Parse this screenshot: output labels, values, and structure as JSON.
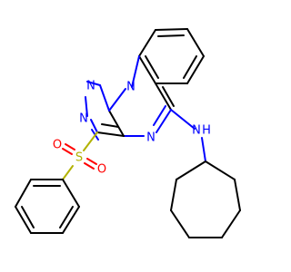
{
  "molecule": {
    "atoms": {
      "n1": "N",
      "n2": "N",
      "n3": "N",
      "n4": "N",
      "nh_n": "N",
      "nh_h": "H",
      "s": "S",
      "o1": "O",
      "o2": "O"
    },
    "colors": {
      "carbon_bond": "#000000",
      "nitrogen": "#0000ff",
      "sulfur": "#b2b200",
      "oxygen": "#ff0000"
    }
  }
}
